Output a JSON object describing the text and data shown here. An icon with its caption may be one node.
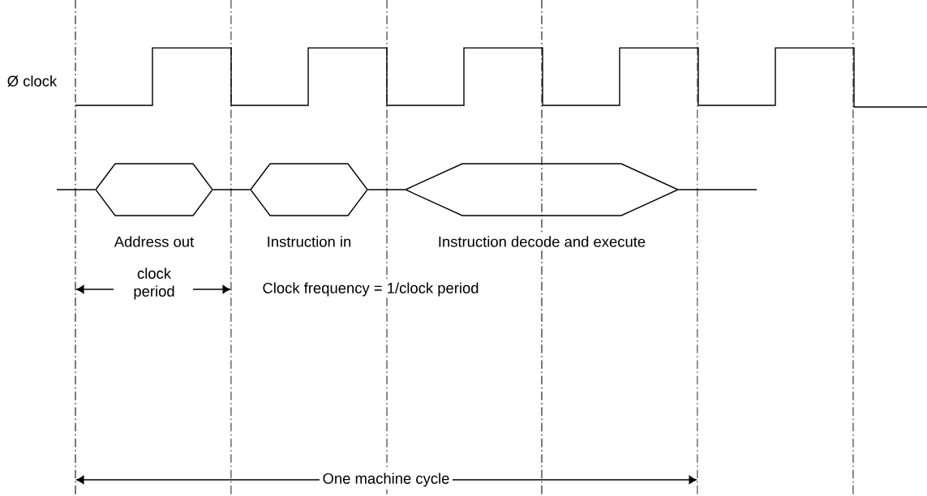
{
  "diagram": {
    "nodes": [
      {
        "text": [
          "Address out"
        ]
      },
      {
        "text": [
          "Instruction in"
        ]
      },
      {
        "text": [
          "Instruction decode and execute"
        ]
      }
    ],
    "edges": [
      {
        "from": 0,
        "to": 1,
        "arrow": "none"
      },
      {
        "from": 1,
        "to": 2,
        "arrow": "none"
      }
    ],
    "labels": [
      "Ø clock",
      "clock period",
      "Clock frequency = 1/clock period",
      "One machine cycle"
    ]
  }
}
